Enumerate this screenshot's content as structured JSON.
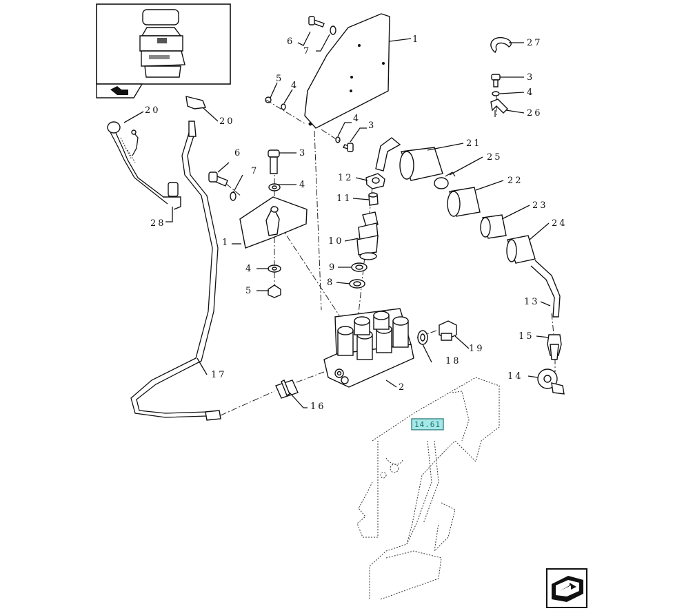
{
  "callouts": {
    "c1_top": "1",
    "c1_left": "1",
    "c2": "2",
    "c3_a": "3",
    "c3_b": "3",
    "c3_c": "3",
    "c4_a": "4",
    "c4_b": "4",
    "c4_c": "4",
    "c4_d": "4",
    "c4_e": "4",
    "c5_a": "5",
    "c5_b": "5",
    "c6_a": "6",
    "c6_b": "6",
    "c7_a": "7",
    "c7_b": "7",
    "c8": "8",
    "c9": "9",
    "c10": "10",
    "c11": "11",
    "c12": "12",
    "c13": "13",
    "c14": "14",
    "c15": "15",
    "c16": "16",
    "c17": "17",
    "c18": "18",
    "c19": "19",
    "c20_a": "20",
    "c20_b": "20",
    "c21": "21",
    "c22": "22",
    "c23": "23",
    "c24": "24",
    "c25": "25",
    "c26": "26",
    "c27": "27",
    "c28": "28"
  },
  "reference_tag": "14.61",
  "colors": {
    "line": "#111111",
    "reference_tag_fill": "#a6e8e8",
    "reference_tag_stroke": "#1a6e6e"
  },
  "icons": {
    "thumbnail": "machine-thumbnail-icon",
    "nav_left": "arrow-back-icon",
    "nav_corner": "arrow-next-page-icon"
  }
}
